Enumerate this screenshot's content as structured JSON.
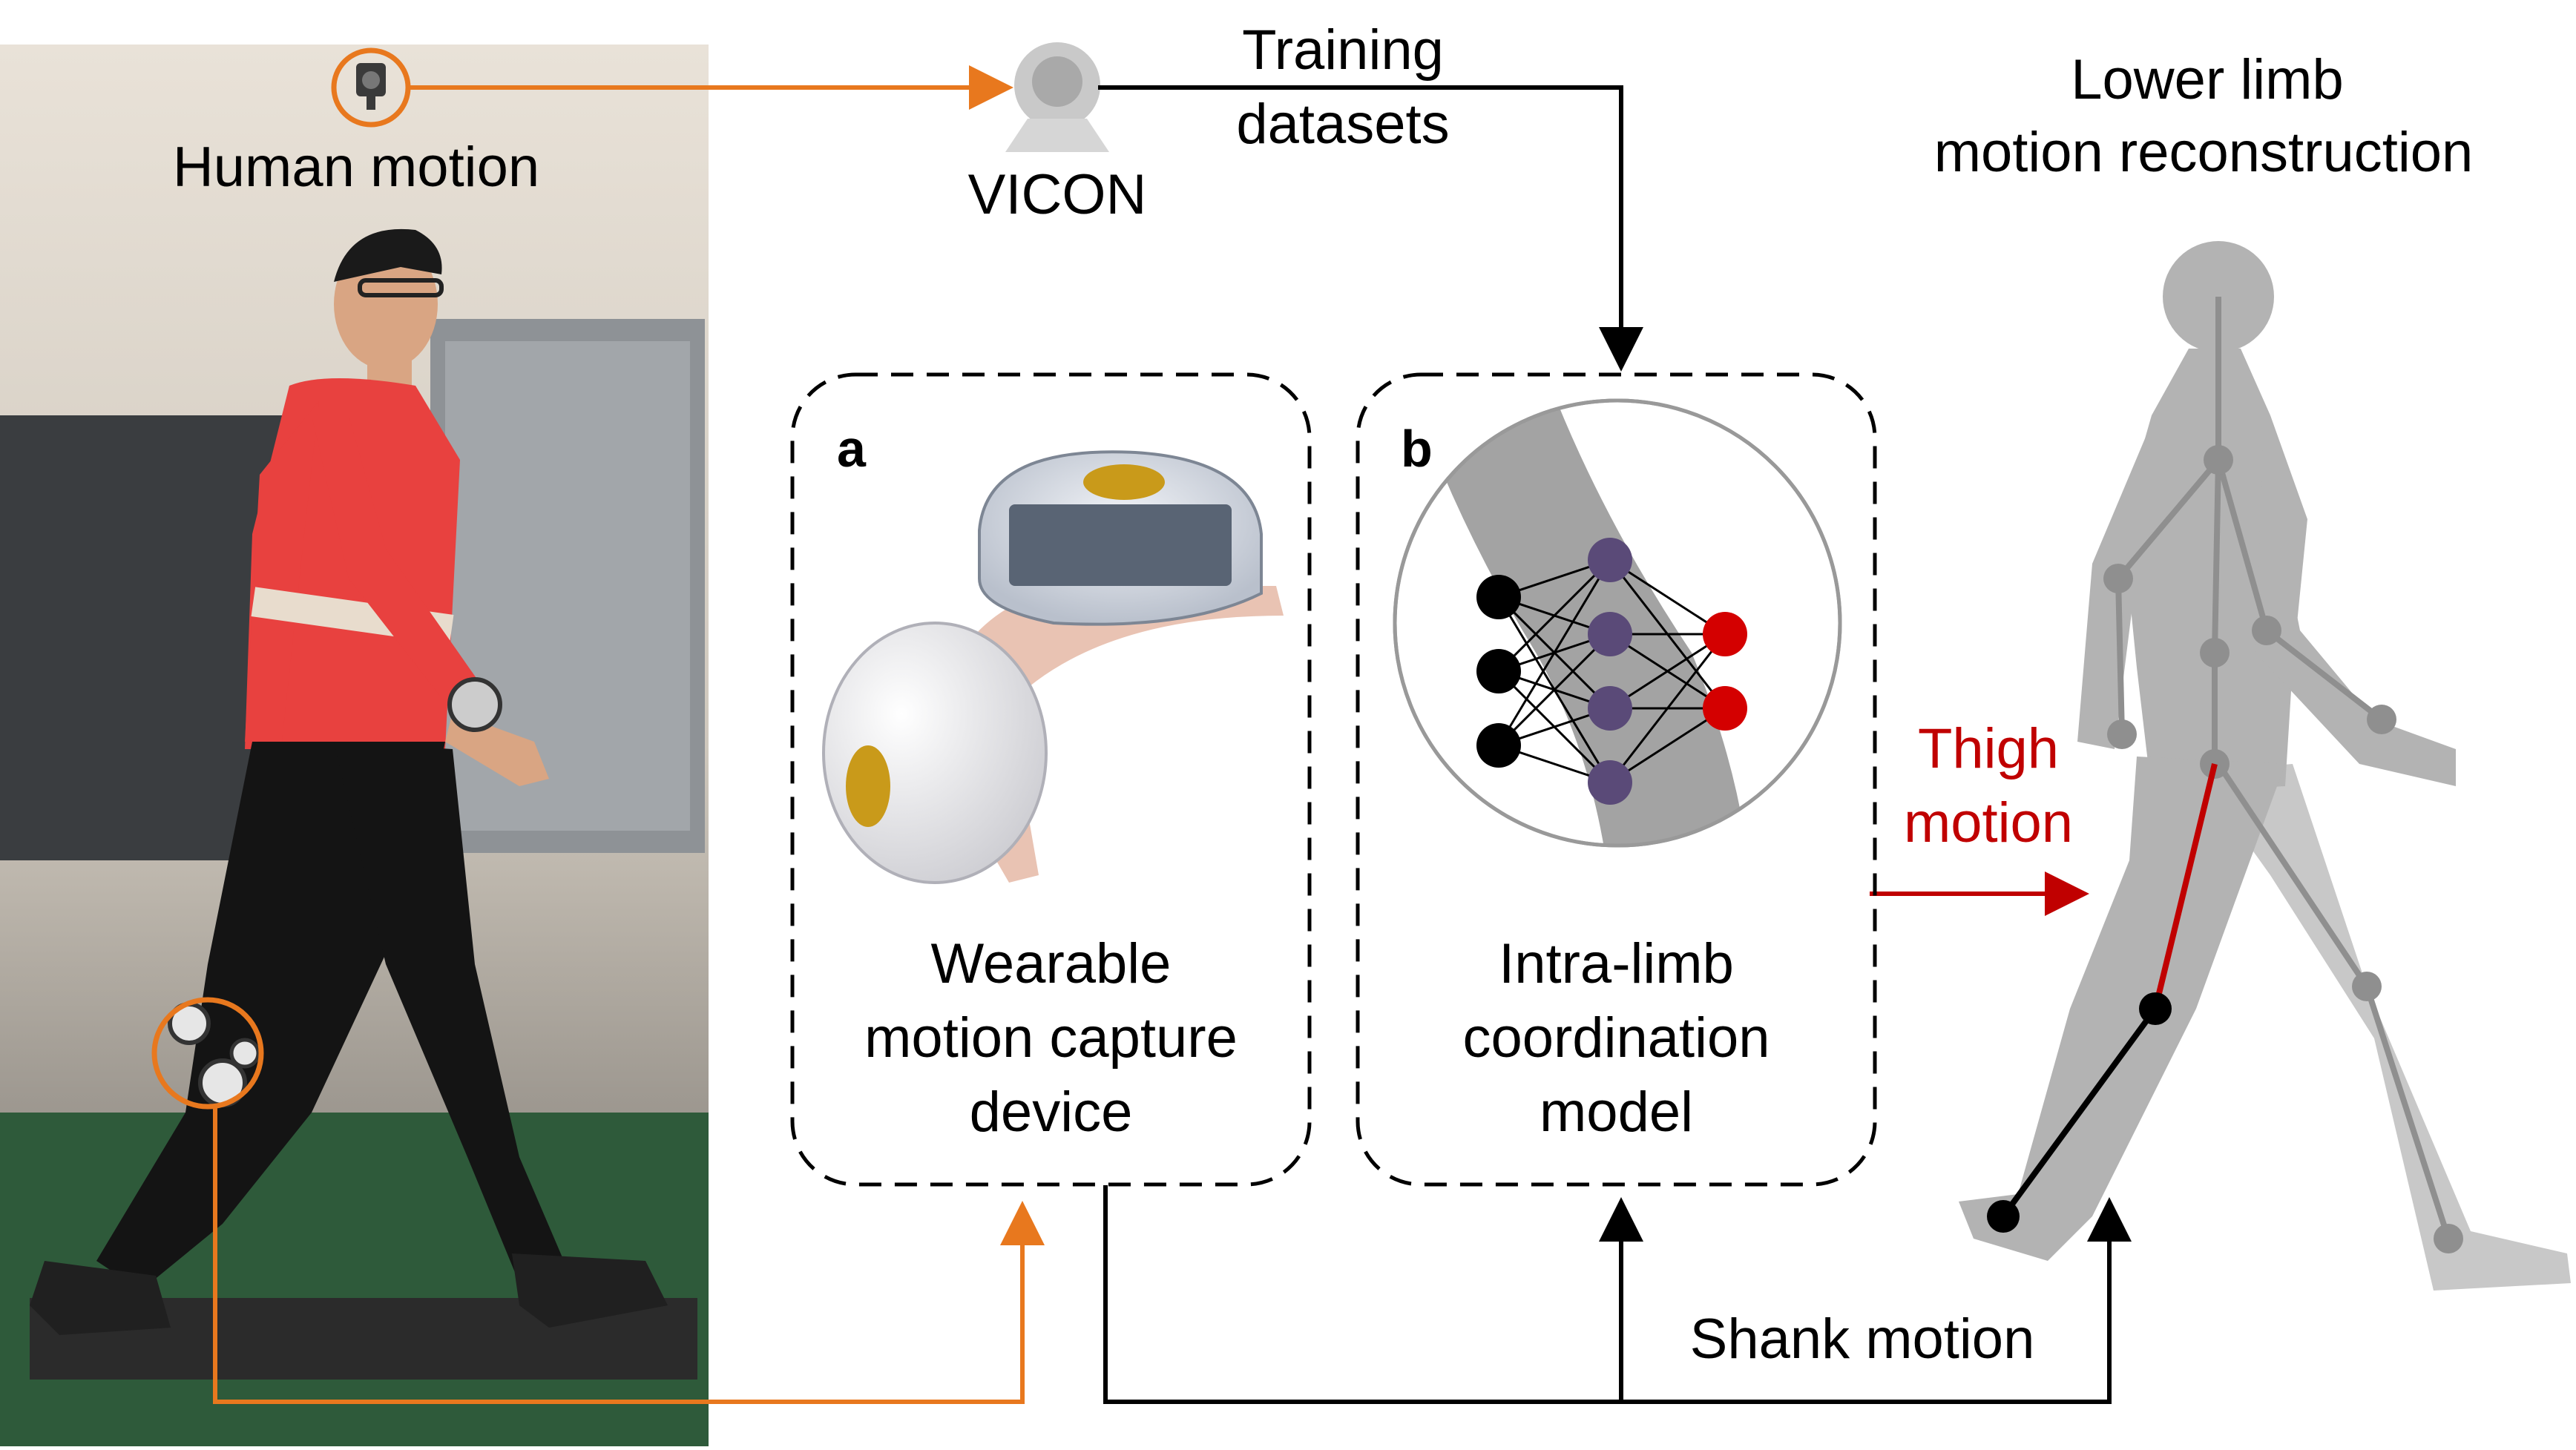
{
  "labels": {
    "human_motion": "Human motion",
    "vicon": "VICON",
    "training_line1": "Training",
    "training_line2": "datasets",
    "output_line1": "Lower limb",
    "output_line2": "motion reconstruction",
    "panel_a_letter": "a",
    "panel_b_letter": "b",
    "device_line1": "Wearable",
    "device_line2": "motion capture",
    "device_line3": "device",
    "model_line1": "Intra-limb",
    "model_line2": "coordination",
    "model_line3": "model",
    "thigh_line1": "Thigh",
    "thigh_line2": "motion",
    "shank": "Shank motion"
  },
  "colors": {
    "orange": "#e8781e",
    "red": "#c00000",
    "black": "#000000",
    "gray_band": "#a3a3a3",
    "node_input": "#000000",
    "node_hidden": "#5a4a78",
    "node_output": "#d40000",
    "silhouette": "#b3b3b3",
    "silhouette_dark": "#8f8f8f",
    "shirt": "#e8413f"
  },
  "network": {
    "layers": [
      3,
      4,
      2
    ]
  }
}
